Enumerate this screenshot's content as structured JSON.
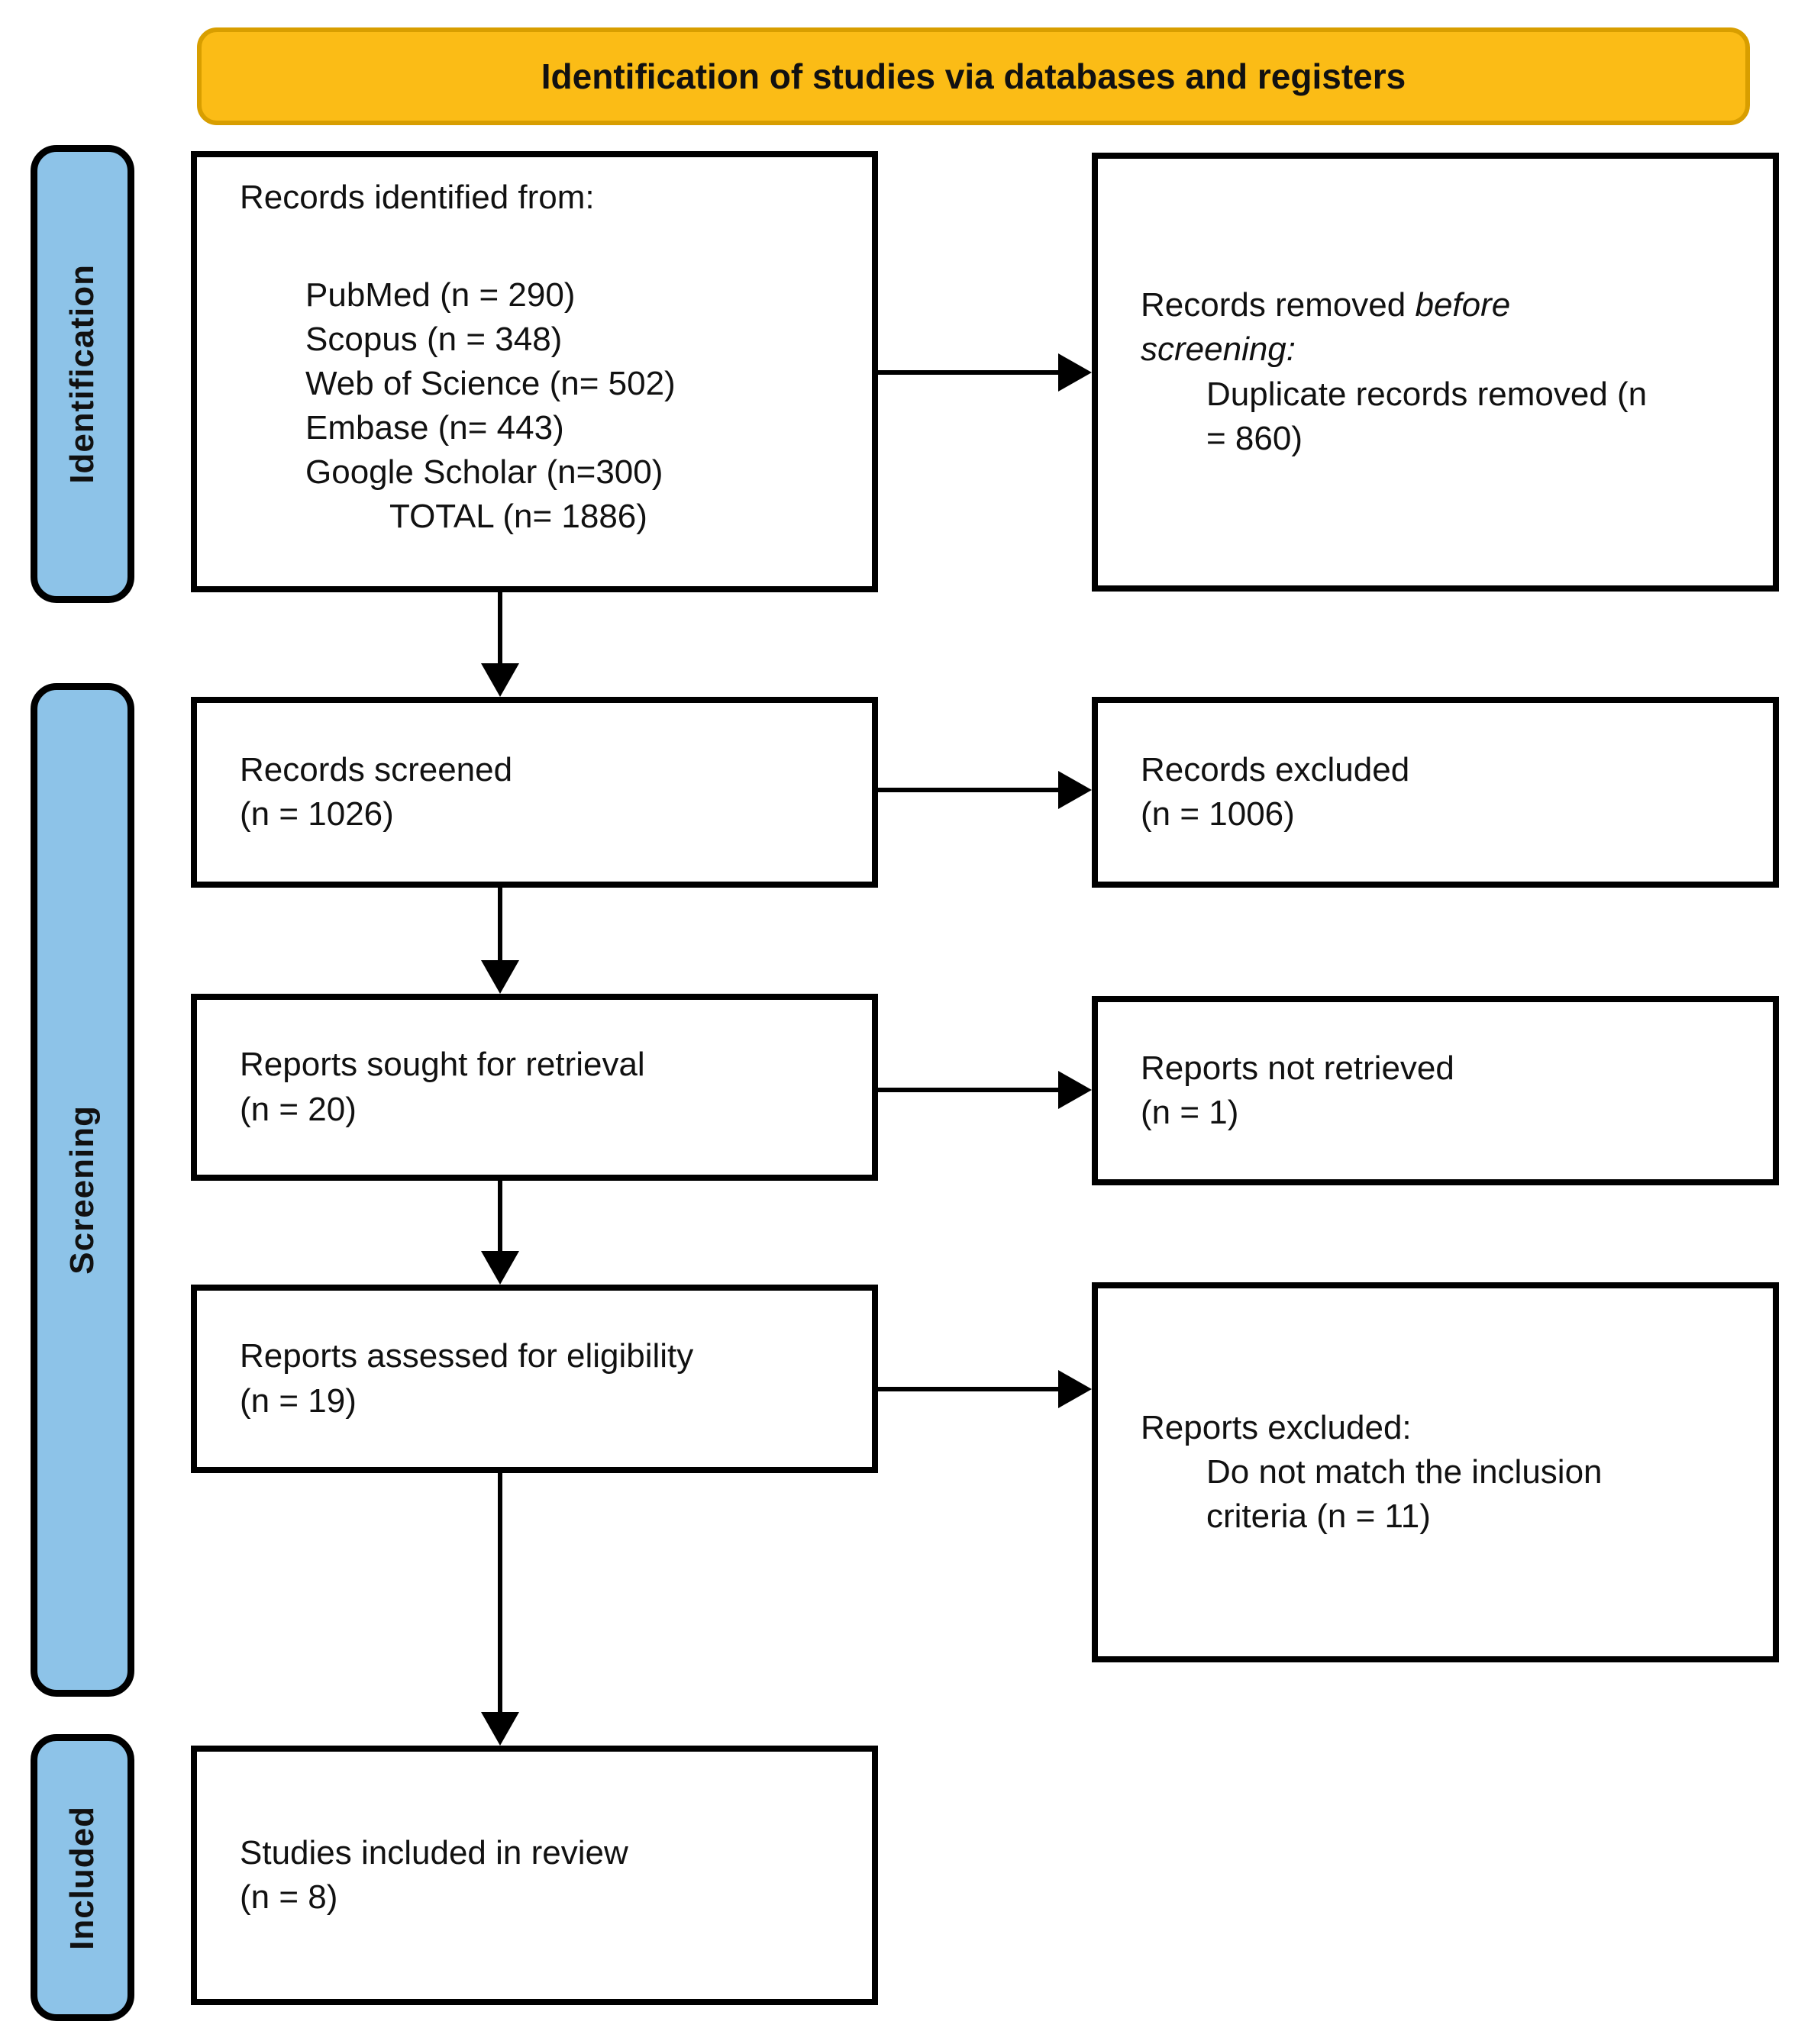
{
  "banner": {
    "title": "Identification of studies via databases and registers"
  },
  "sidebar": {
    "identification_label": "Identification",
    "screening_label": "Screening",
    "included_label": "Included"
  },
  "flow": {
    "records_identified": {
      "heading": "Records identified from:",
      "sources": [
        "PubMed (n = 290)",
        "Scopus (n = 348)",
        "Web of Science (n= 502)",
        "Embase (n= 443)",
        "Google Scholar (n=300)"
      ],
      "total": "TOTAL (n= 1886)"
    },
    "records_removed": {
      "line1_normal": "Records removed ",
      "line1_italic": "before",
      "line2_italic": "screening:",
      "reason_line1": "Duplicate records removed (n",
      "reason_line2": "= 860)"
    },
    "records_screened": {
      "label": "Records screened",
      "count": "(n = 1026)"
    },
    "records_excluded": {
      "label": "Records excluded",
      "count": "(n = 1006)"
    },
    "reports_sought": {
      "label": "Reports sought for retrieval",
      "count": "(n = 20)"
    },
    "reports_not_retrieved": {
      "label": "Reports not retrieved",
      "count": "(n = 1)"
    },
    "reports_assessed": {
      "label": "Reports assessed for eligibility",
      "count": "(n = 19)"
    },
    "reports_excluded": {
      "heading": "Reports excluded:",
      "reason_line1": "Do not match the inclusion",
      "reason_line2": "criteria (n = 11)"
    },
    "studies_included": {
      "label": "Studies included in review",
      "count": "(n = 8)"
    }
  },
  "colors": {
    "banner_fill": "#FBBC16",
    "banner_border": "#D89E00",
    "stage_fill": "#8DC3E8",
    "line_color": "#000000",
    "box_bg": "#FFFFFF",
    "text_color": "#111111"
  }
}
